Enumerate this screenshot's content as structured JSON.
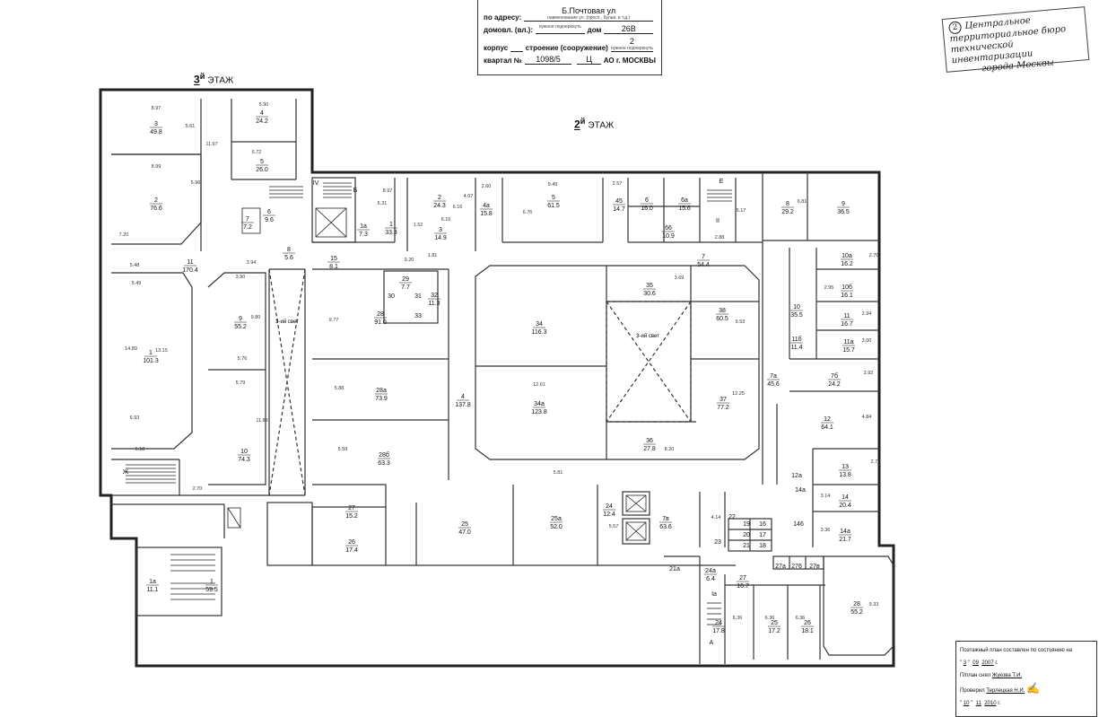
{
  "header": {
    "line1": {
      "label": "по адресу:",
      "value": "Б.Почтовая ул",
      "sub": "наименование ул. (просп., бульв. и т.д.)"
    },
    "line2": {
      "label": "домовл. (вл.):",
      "value": "",
      "sub": "нужное подчеркнуть",
      "label2": "дом",
      "value2": "26В"
    },
    "line3": {
      "label": "корпус",
      "value": "",
      "label2": "строение (сооружение)",
      "value2": "2",
      "sub": "нужное подчеркнуть"
    },
    "line4": {
      "label": "квартал №",
      "value": "1098/5",
      "mid": "Ц",
      "label2": "АО г. МОСКВЫ"
    }
  },
  "stamp": {
    "num": "2",
    "l1": "Центральное",
    "l2": "территориальное бюро",
    "l3": "технической инвентаризации",
    "l4": "города Москвы"
  },
  "floors": {
    "third": "3",
    "third_sup": "й",
    "third_word": "ЭТАЖ",
    "second": "2",
    "second_sup": "й",
    "second_word": "ЭТАЖ"
  },
  "rooms": [
    {
      "n": "3",
      "a": "49.8"
    },
    {
      "n": "4",
      "a": "24.2"
    },
    {
      "n": "5",
      "a": "26.0"
    },
    {
      "n": "2",
      "a": "76.6"
    },
    {
      "n": "7",
      "a": "7.2"
    },
    {
      "n": "6",
      "a": "9.6"
    },
    {
      "n": "8",
      "a": "5.6"
    },
    {
      "n": "11",
      "a": "170.4"
    },
    {
      "n": "1",
      "a": "101.3"
    },
    {
      "n": "9",
      "a": "55.2"
    },
    {
      "n": "10",
      "a": "74.3"
    },
    {
      "n": "1",
      "a": "33.3"
    },
    {
      "n": "1а",
      "a": "7.3"
    },
    {
      "n": "2",
      "a": "24.3"
    },
    {
      "n": "3",
      "a": "14.9"
    },
    {
      "n": "4а",
      "a": "15.8"
    },
    {
      "n": "5",
      "a": "61.5"
    },
    {
      "n": "45",
      "a": "14.7"
    },
    {
      "n": "6",
      "a": "16.0"
    },
    {
      "n": "6а",
      "a": "15.6"
    },
    {
      "n": "66",
      "a": "10.9"
    },
    {
      "n": "7",
      "a": "54.4"
    },
    {
      "n": "8",
      "a": "29.2"
    },
    {
      "n": "9",
      "a": "36.5"
    },
    {
      "n": "15",
      "a": "8.1"
    },
    {
      "n": "29",
      "a": "7.7"
    },
    {
      "n": "32",
      "a": "11.3"
    },
    {
      "n": "28",
      "a": "91.0"
    },
    {
      "n": "34",
      "a": "116.3"
    },
    {
      "n": "35",
      "a": "30.6"
    },
    {
      "n": "38",
      "a": "60.5"
    },
    {
      "n": "10а",
      "a": "16.2"
    },
    {
      "n": "10б",
      "a": "16.1"
    },
    {
      "n": "10",
      "a": "35.5"
    },
    {
      "n": "11",
      "a": "16.7"
    },
    {
      "n": "11б",
      "a": "11.4"
    },
    {
      "n": "11а",
      "a": "15.7"
    },
    {
      "n": "28а",
      "a": "73.9"
    },
    {
      "n": "4",
      "a": "137.8"
    },
    {
      "n": "34а",
      "a": "123.8"
    },
    {
      "n": "7а",
      "a": "45.6"
    },
    {
      "n": "7б",
      "a": "24.2"
    },
    {
      "n": "37",
      "a": "77.2"
    },
    {
      "n": "12",
      "a": "64.1"
    },
    {
      "n": "28б",
      "a": "63.3"
    },
    {
      "n": "36",
      "a": "27.8"
    },
    {
      "n": "13",
      "a": "13.8"
    },
    {
      "n": "14",
      "a": "20.4"
    },
    {
      "n": "14а",
      "a": "21.7"
    },
    {
      "n": "27",
      "a": "15.2"
    },
    {
      "n": "26",
      "a": "17.4"
    },
    {
      "n": "25",
      "a": "47.0"
    },
    {
      "n": "25а",
      "a": "52.0"
    },
    {
      "n": "24",
      "a": "12.4"
    },
    {
      "n": "7в",
      "a": "63.6"
    },
    {
      "n": "27",
      "a": "16.7"
    },
    {
      "n": "24а",
      "a": "6.4"
    },
    {
      "n": "28",
      "a": "55.2"
    },
    {
      "n": "24",
      "a": "17.8"
    },
    {
      "n": "25",
      "a": "17.2"
    },
    {
      "n": "26",
      "a": "18.1"
    },
    {
      "n": "1а",
      "a": "11.1"
    },
    {
      "n": "1",
      "a": "59.5"
    }
  ],
  "small_labels": [
    "IV",
    "Б",
    "Е",
    "II",
    "Ж",
    "23",
    "21а",
    "Iа",
    "А",
    "16",
    "17",
    "18",
    "19",
    "20",
    "21",
    "22",
    "146",
    "30",
    "31",
    "33",
    "12а",
    "14а",
    "27а",
    "276",
    "27в"
  ],
  "dims": [
    "8.97",
    "5.90",
    "6.72",
    "8.99",
    "11.97",
    "5.61",
    "5.96",
    "7.20",
    "5.48",
    "3.94",
    "5.49",
    "3.90",
    "14.89",
    "13.15",
    "9.80",
    "5.76",
    "5.79",
    "6.93",
    "11.98",
    "6.18",
    "2.70",
    "8.97",
    "5.31",
    "9.20",
    "1.81",
    "6.16",
    "4.07",
    "2.60",
    "6.16",
    "1.52",
    "9.49",
    "6.76",
    "2.57",
    "5.17",
    "2.88",
    "6.81",
    "9.77",
    "5.88",
    "5.59",
    "12.61",
    "3.69",
    "9.53",
    "12.25",
    "8.20",
    "5.81",
    "5.57",
    "4.14",
    "2.76",
    "2.95",
    "2.94",
    "3.00",
    "2.92",
    "4.84",
    "2.77",
    "3.14",
    "3.36",
    "6.36",
    "6.36",
    "6.36",
    "9.33"
  ],
  "lightwell": {
    "left": "3-ий свет",
    "center": "3-ий свет"
  },
  "note": {
    "title": "Поэтажный план составлен по состоянию на",
    "date1_d": "3",
    "date1_m": "09",
    "date1_y": "2007",
    "g1": "г.",
    "drawn_label": "П/план снял",
    "drawn_name": "Жукова Т.И.",
    "checked_label": "Проверил",
    "checked_name": "Терлецкая Н.И.",
    "date2_d": "10",
    "date2_m": "11",
    "date2_y": "2010",
    "g2": "г."
  }
}
